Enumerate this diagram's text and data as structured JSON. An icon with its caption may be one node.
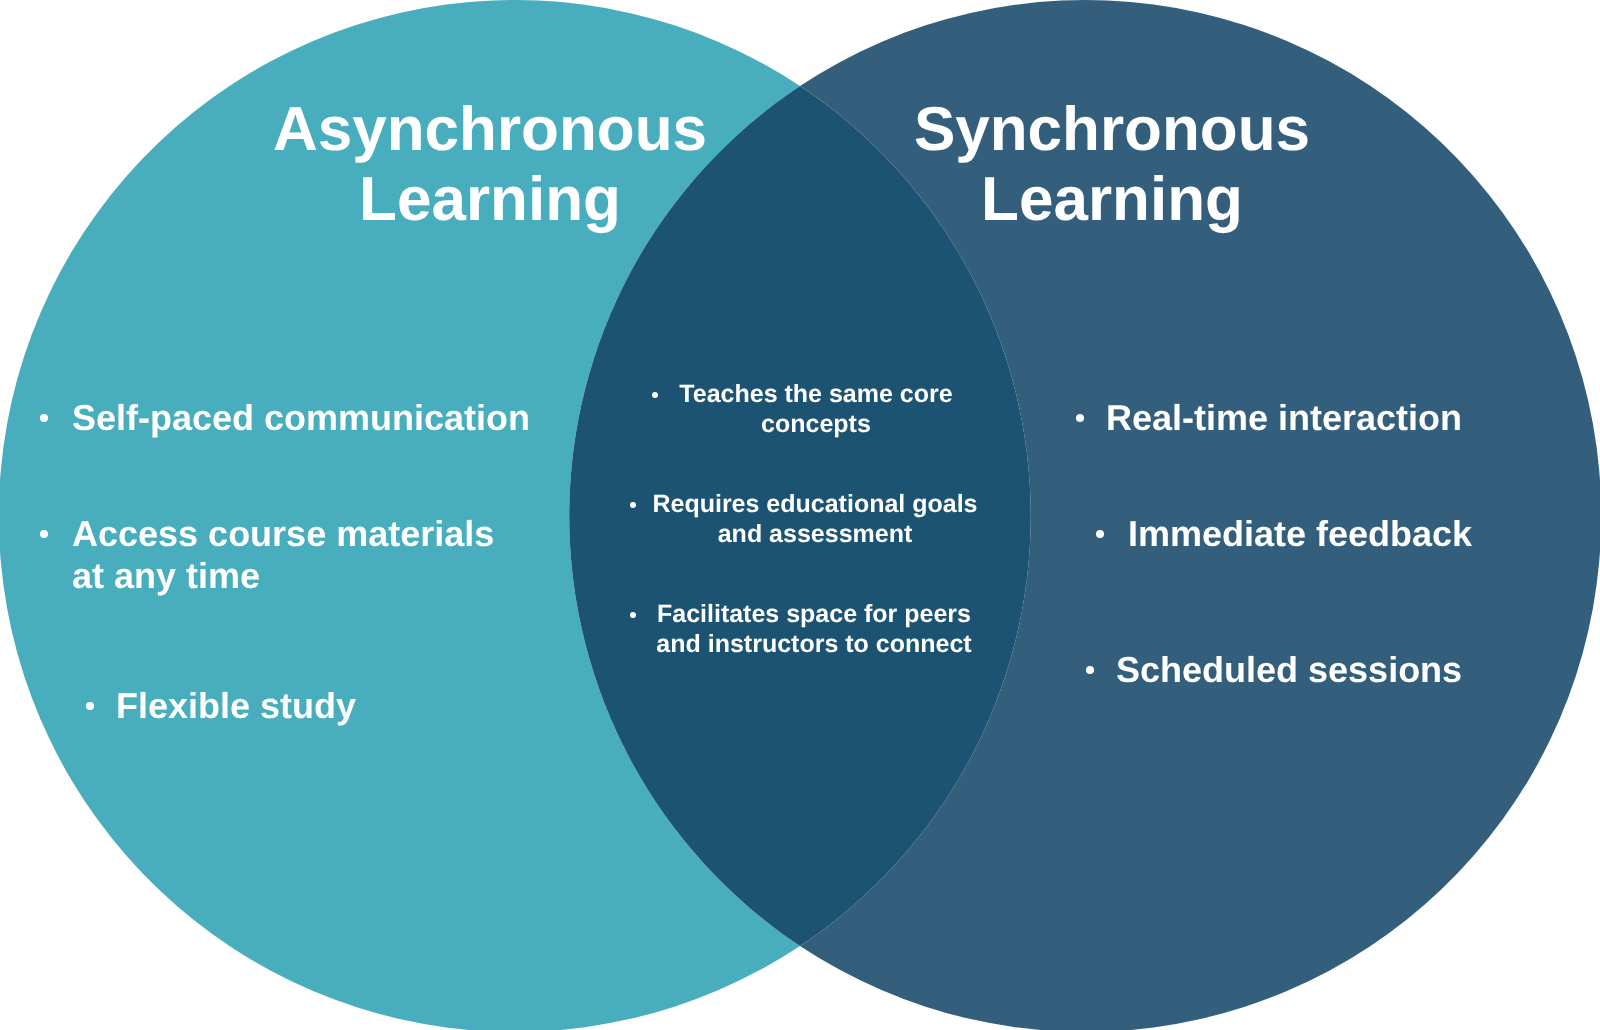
{
  "diagram": {
    "nodes": [
      {
        "text": [
          "Asynchronous Learning",
          "Self-paced communication",
          "Access course materials at any time",
          "Flexible study"
        ]
      },
      {
        "text": [
          "Synchronous Learning",
          "Real-time interaction",
          "Immediate feedback",
          "Scheduled sessions"
        ]
      },
      {
        "text": [
          "Teaches the same core concepts",
          "Requires educational goals and assessment",
          "Facilitates space for peers and instructors to connect"
        ]
      }
    ]
  }
}
